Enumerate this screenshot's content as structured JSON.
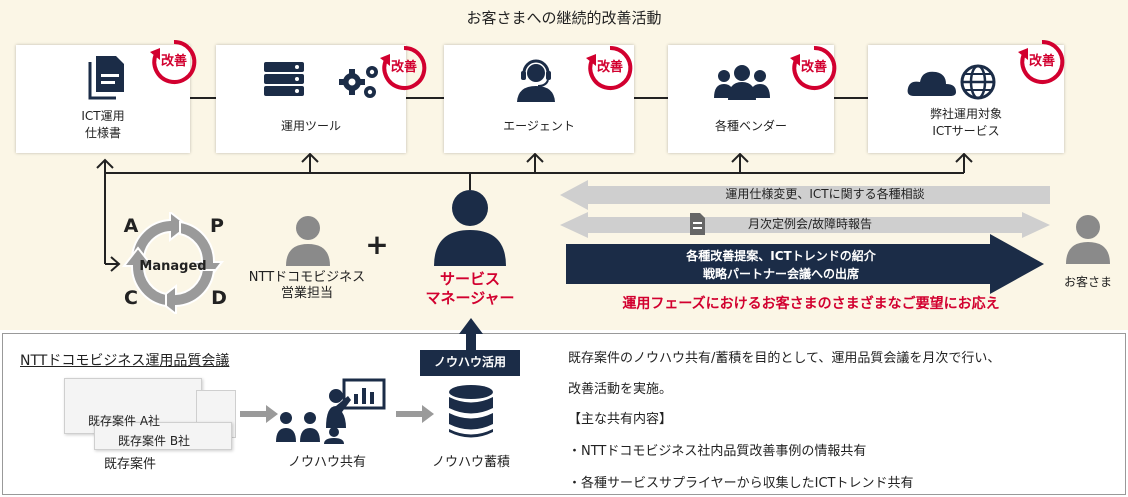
{
  "title": "お客さまへの継続的改善活動",
  "kaizen_label": "改善",
  "items": [
    {
      "label_line1": "ICT運用",
      "label_line2": "仕様書",
      "icon": "document-icon"
    },
    {
      "label_line1": "運用ツール",
      "label_line2": "",
      "icon": "server-gears-icon"
    },
    {
      "label_line1": "エージェント",
      "label_line2": "",
      "icon": "headset-person-icon"
    },
    {
      "label_line1": "各種ベンダー",
      "label_line2": "",
      "icon": "group-icon"
    },
    {
      "label_line1": "弊社運用対象",
      "label_line2": "ICTサービス",
      "icon": "cloud-globe-icon"
    }
  ],
  "cycle": {
    "center": "Managed",
    "a": "A",
    "p": "P",
    "c": "C",
    "d": "D"
  },
  "sales": {
    "line1": "NTTドコモビジネス",
    "line2": "営業担当"
  },
  "plus": "+",
  "manager": {
    "line1": "サービス",
    "line2": "マネージャー"
  },
  "arrows": {
    "consult": "運用仕様変更、ICTに関する各種相談",
    "report": "月次定例会/故障時報告",
    "proposal_line1": "各種改善提案、ICTトレンドの紹介",
    "proposal_line2": "戦略パートナー会議への出席"
  },
  "customer": "お客さま",
  "response_text": "運用フェーズにおけるお客さまのさまざまなご要望にお応え",
  "quality": {
    "title": "NTTドコモビジネス運用品質会議",
    "case_a": "既存案件 A社",
    "case_b": "既存案件 B社",
    "cases_label": "既存案件",
    "share_label": "ノウハウ共有",
    "store_label": "ノウハウ蓄積",
    "usage_label": "ノウハウ活用",
    "desc_line1": "既存案件のノウハウ共有/蓄積を目的として、運用品質会議を月次で行い、",
    "desc_line2": "改善活動を実施。",
    "desc_heading": "【主な共有内容】",
    "bullet1": "・NTTドコモビジネス社内品質改善事例の情報共有",
    "bullet2": "・各種サービスサプライヤーから収集したICTトレンド共有"
  },
  "colors": {
    "navy": "#1b2c47",
    "red": "#d2002f",
    "gray": "#888888",
    "light_gray": "#cfcfcf",
    "band": "#fbf6e6"
  }
}
